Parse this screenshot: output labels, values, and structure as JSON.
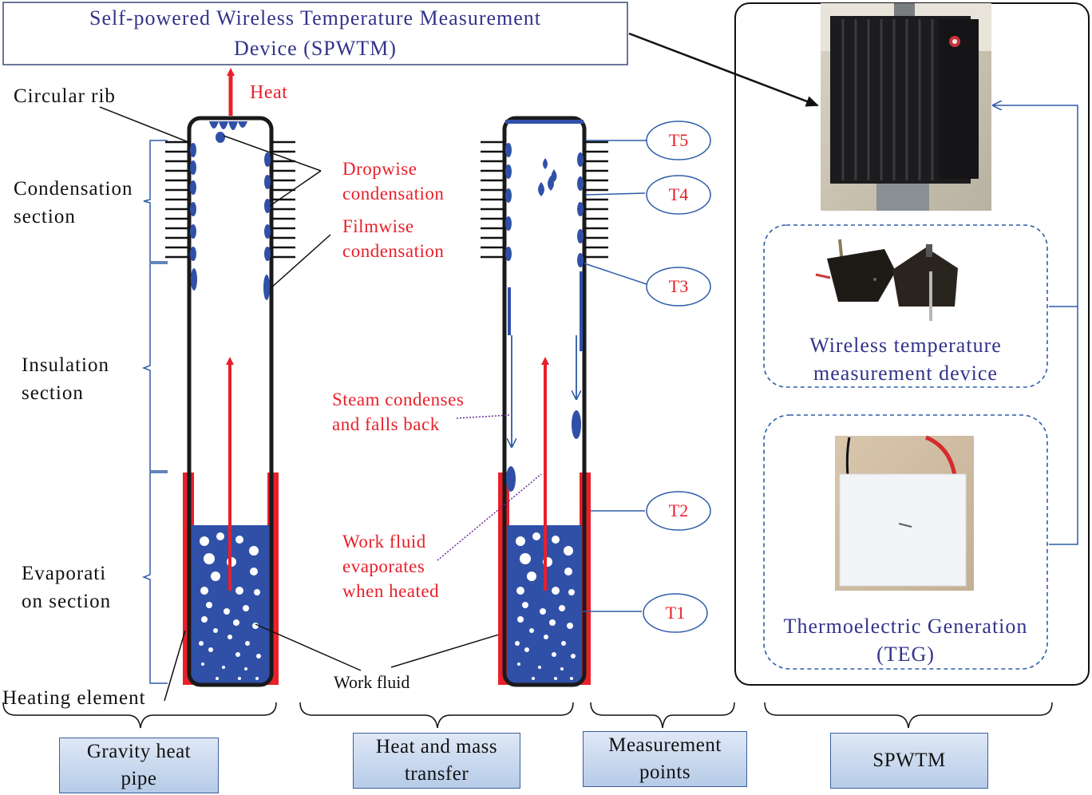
{
  "title": "Self-powered Wireless Temperature Measurement Device (SPWTM)",
  "title_line1": "Self-powered Wireless Temperature Measurement",
  "title_line2": "Device (SPWTM)",
  "labels": {
    "circular_rib": "Circular rib",
    "heat": "Heat",
    "condensation_1": "Condensation",
    "condensation_2": "section",
    "insulation_1": "Insulation",
    "insulation_2": "section",
    "evaporation_1": "Evaporati",
    "evaporation_2": "on section",
    "heating_element": "Heating element",
    "dropwise_1": "Dropwise",
    "dropwise_2": "condensation",
    "filmwise_1": "Filmwise",
    "filmwise_2": "condensation",
    "steam_1": "Steam condenses",
    "steam_2": "and falls back",
    "workfluid_evap_1": "Work fluid",
    "workfluid_evap_2": "evaporates",
    "workfluid_evap_3": "when heated",
    "work_fluid": "Work fluid"
  },
  "measurement_points": [
    "T5",
    "T4",
    "T3",
    "T2",
    "T1"
  ],
  "spwtm_panel": {
    "wireless_1": "Wireless temperature",
    "wireless_2": "measurement device",
    "teg_1": "Thermoelectric Generation",
    "teg_2": "(TEG)"
  },
  "bottom_labels": {
    "gravity_1": "Gravity heat",
    "gravity_2": "pipe",
    "heatmass_1": "Heat and mass",
    "heatmass_2": "transfer",
    "measure_1": "Measurement",
    "measure_2": "points",
    "spwtm": "SPWTM"
  },
  "colors": {
    "pipe_outline": "#1a1a1a",
    "fluid": "#3050a8",
    "heater": "#e8202a",
    "annotation_red": "#e8202a",
    "label_purple": "#33338a",
    "link_blue": "#2e5ca8"
  }
}
